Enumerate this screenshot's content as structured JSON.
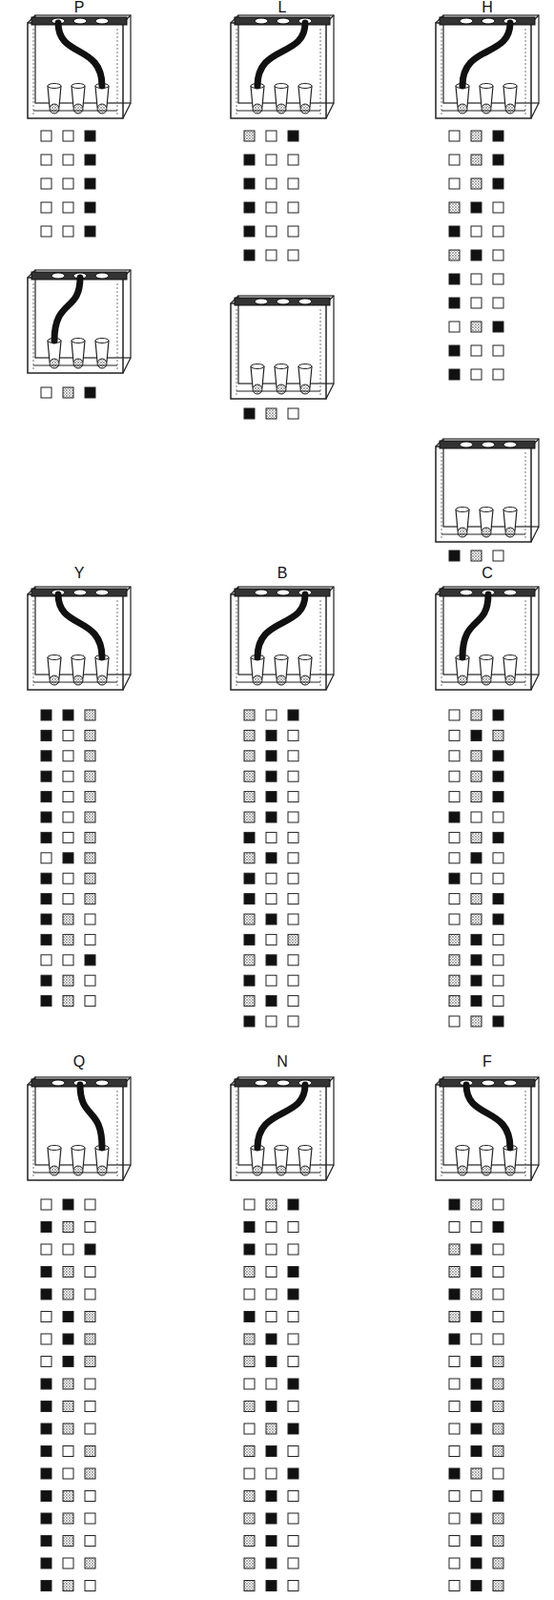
{
  "diagram": {
    "labels": [
      "P",
      "L",
      "H",
      "Y",
      "B",
      "C",
      "Q",
      "N",
      "F"
    ]
  }
}
